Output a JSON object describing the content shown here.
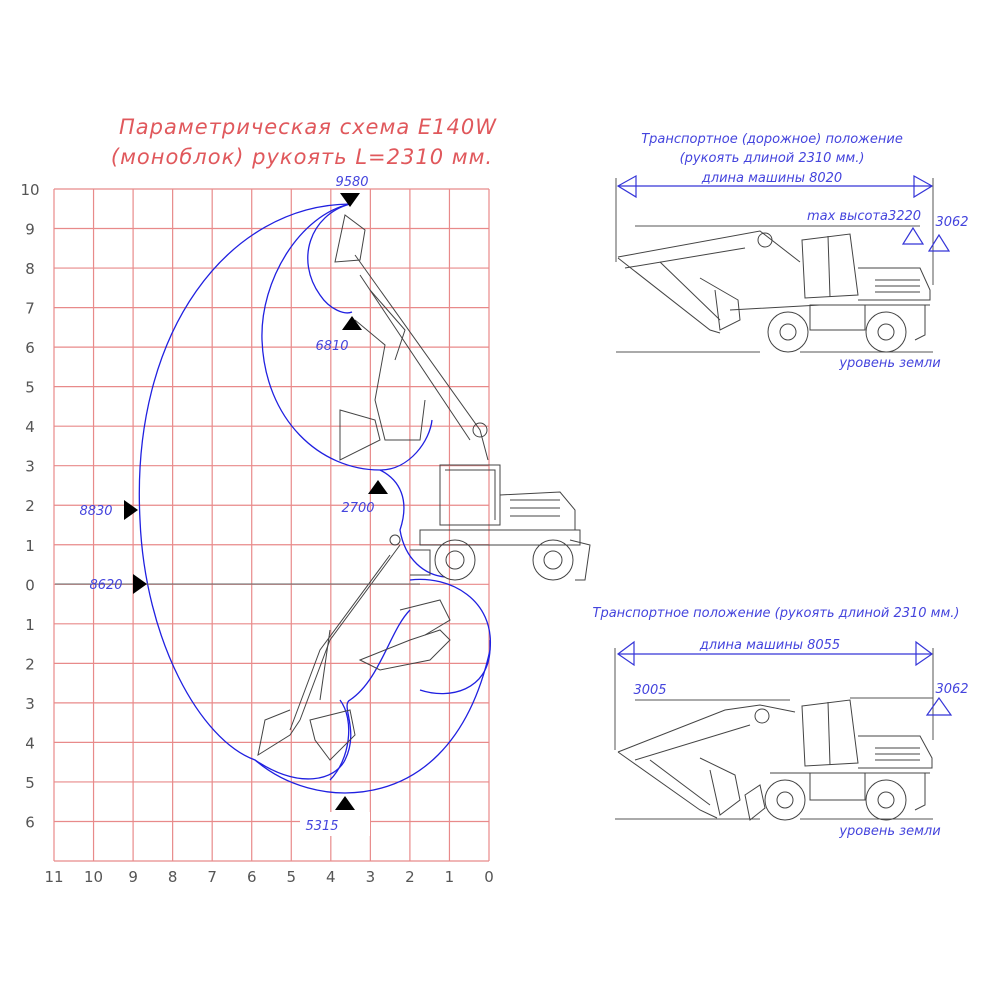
{
  "title": {
    "line1": "Параметрическая схема E140W",
    "line2": "(моноблок) рукоять L=2310 мм."
  },
  "axes": {
    "x_ticks": [
      "11",
      "10",
      "9",
      "8",
      "7",
      "6",
      "5",
      "4",
      "3",
      "2",
      "1",
      "0"
    ],
    "y_ticks": [
      "10",
      "9",
      "8",
      "7",
      "6",
      "5",
      "4",
      "3",
      "2",
      "1",
      "0",
      "1",
      "2",
      "3",
      "4",
      "5",
      "6"
    ]
  },
  "markers": {
    "max_reach_height": "9580",
    "max_dump_height": "6810",
    "min_dump": "2700",
    "max_reach": "8830",
    "max_reach_ground": "8620",
    "max_dig_depth": "5315"
  },
  "road_position": {
    "title1": "Транспортное (дорожное) положение",
    "title2": "(рукоять длиной 2310 мм.)",
    "length": "длина машины 8020",
    "max_height": "max высота3220",
    "cab_height": "3062",
    "ground": "уровень земли"
  },
  "transport_position": {
    "title": "Транспортное положение (рукоять длиной 2310 мм.)",
    "length": "длина машины 8055",
    "boom_height": "3005",
    "cab_height": "3062",
    "ground": "уровень земли"
  },
  "colors": {
    "grid": "#e88a8a",
    "envelope": "#2020e0",
    "title": "#e0585c",
    "dim": "#3535d8"
  }
}
